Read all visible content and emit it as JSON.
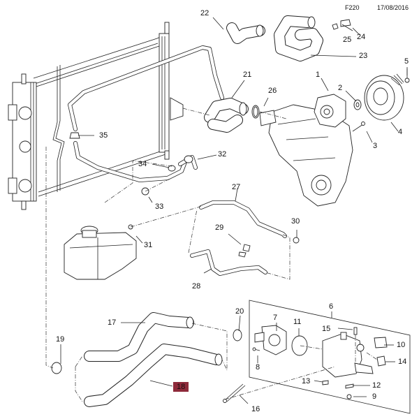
{
  "header": {
    "diagram_code": "F220",
    "date": "17/08/2016"
  },
  "highlight_color": "#8e2a3a",
  "callouts": [
    {
      "id": "1",
      "label": "1"
    },
    {
      "id": "2",
      "label": "2"
    },
    {
      "id": "3",
      "label": "3"
    },
    {
      "id": "4",
      "label": "4"
    },
    {
      "id": "5",
      "label": "5"
    },
    {
      "id": "6",
      "label": "6"
    },
    {
      "id": "7",
      "label": "7"
    },
    {
      "id": "8",
      "label": "8"
    },
    {
      "id": "9",
      "label": "9"
    },
    {
      "id": "10",
      "label": "10"
    },
    {
      "id": "11",
      "label": "11"
    },
    {
      "id": "12",
      "label": "12"
    },
    {
      "id": "13",
      "label": "13"
    },
    {
      "id": "14",
      "label": "14"
    },
    {
      "id": "15",
      "label": "15"
    },
    {
      "id": "16",
      "label": "16"
    },
    {
      "id": "17",
      "label": "17"
    },
    {
      "id": "18",
      "label": "18",
      "highlighted": true
    },
    {
      "id": "19",
      "label": "19"
    },
    {
      "id": "20",
      "label": "20"
    },
    {
      "id": "21",
      "label": "21"
    },
    {
      "id": "22",
      "label": "22"
    },
    {
      "id": "23",
      "label": "23"
    },
    {
      "id": "24",
      "label": "24"
    },
    {
      "id": "25",
      "label": "25"
    },
    {
      "id": "26",
      "label": "26"
    },
    {
      "id": "27",
      "label": "27"
    },
    {
      "id": "28",
      "label": "28"
    },
    {
      "id": "29",
      "label": "29"
    },
    {
      "id": "30",
      "label": "30"
    },
    {
      "id": "31",
      "label": "31"
    },
    {
      "id": "32",
      "label": "32"
    },
    {
      "id": "33",
      "label": "33"
    },
    {
      "id": "34",
      "label": "34"
    },
    {
      "id": "35",
      "label": "35"
    }
  ],
  "parts": {
    "radiator": "radiator",
    "expansion_tank": "coolant-expansion-tank",
    "engine_front_cover": "engine-front-cover",
    "water_pump": "water-pump",
    "pulley": "water-pump-pulley",
    "thermostat_housing": "thermostat-housing-assembly"
  }
}
